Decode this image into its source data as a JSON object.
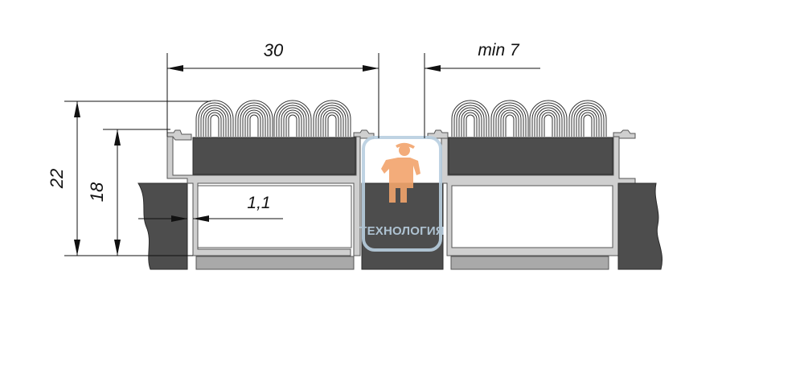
{
  "dimensions": {
    "top_width": "30",
    "gap": "min 7",
    "height_total": "22",
    "height_inner": "18",
    "wall_thickness": "1,1"
  },
  "watermark": {
    "text": "ТЕХНОЛОГИЯ",
    "logo_color": "#f2a46c",
    "frame_color": "#b9cfe0"
  },
  "colors": {
    "line": "#111111",
    "profile_fill": "#cfcfcf",
    "dark_fill": "#4d4d4d",
    "strip_fill": "#a9a9a9"
  }
}
